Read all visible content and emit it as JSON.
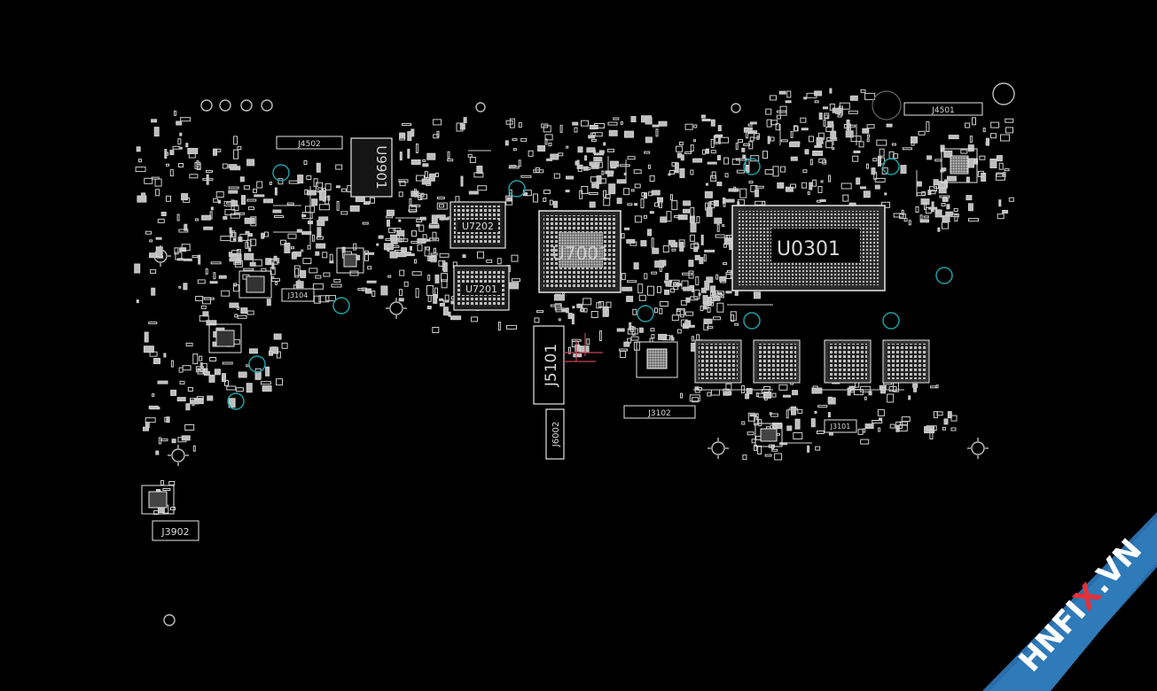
{
  "viewer": {
    "background": "#000000",
    "outline_color": "#e6e6e6",
    "pad_color": "#cfcfcf",
    "mount_hole_color": "#1ea0a8",
    "trace_color": "#c2475a"
  },
  "components": {
    "u0301": "U0301",
    "u7001": "U7001",
    "u7202": "U7202",
    "u7201": "U7201",
    "u9901": "U9901",
    "j5101": "J5101",
    "j6002": "J6002",
    "j3102": "J3102",
    "j3101": "J3101",
    "j3104": "J3104",
    "j4502": "J4502",
    "j4501": "J4501",
    "j3902": "J3902"
  },
  "watermark": {
    "text_left": "HNFI",
    "text_x": "X",
    "text_right": ".VN",
    "band_color": "#2a6da8",
    "text_x_color": "#e2323c"
  }
}
